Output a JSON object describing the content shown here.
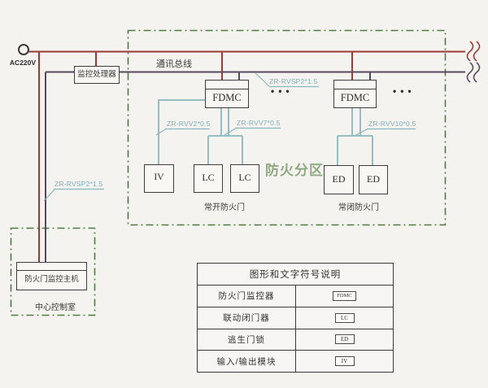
{
  "diagram": {
    "power_label": "AC220V",
    "processor_label": "监控处理器",
    "bus_label": "通讯总线",
    "zone_label": "防火分区",
    "normally_open_label": "常开防火门",
    "normally_closed_label": "常闭防火门",
    "host_label": "防火门监控主机",
    "control_room_label": "中心控制室",
    "ellipsis": "•••",
    "devices": {
      "fdmc": "FDMC",
      "lc": "LC",
      "ed": "ED",
      "iv": "IV"
    },
    "cables": {
      "bus_cable": "ZR-RVSP2*1.5",
      "host_cable": "ZR-RVSP2*1.5",
      "iv_cable": "ZR-RVV2*0.5",
      "lc_cable": "ZR-RVV7*0.5",
      "ed_cable": "ZR-RVV10*0.5"
    },
    "colors": {
      "power_line": "#9d3a34",
      "bus_line": "#574a5e",
      "signal_line": "#8ab6bd",
      "zone_border": "#4f7d3e",
      "zone_text": "#8fa983"
    }
  },
  "legend": {
    "title": "图形和文字符号说明",
    "rows": [
      {
        "label": "防火门监控器",
        "symbol": "FDMC"
      },
      {
        "label": "联动闭门器",
        "symbol": "LC"
      },
      {
        "label": "逃生门锁",
        "symbol": "ED"
      },
      {
        "label": "输入/输出模块",
        "symbol": "IV"
      }
    ]
  }
}
